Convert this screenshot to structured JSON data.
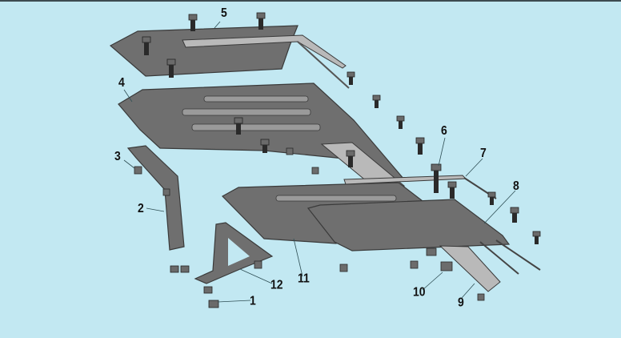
{
  "diagram": {
    "type": "exploded-parts-view",
    "callouts": [
      "1",
      "2",
      "3",
      "4",
      "5",
      "6",
      "7",
      "8",
      "9",
      "10",
      "11",
      "12"
    ]
  },
  "colors": {
    "background": "#c2e8f2",
    "plate": "#6f6f6f",
    "outline": "#3a3a3a"
  }
}
